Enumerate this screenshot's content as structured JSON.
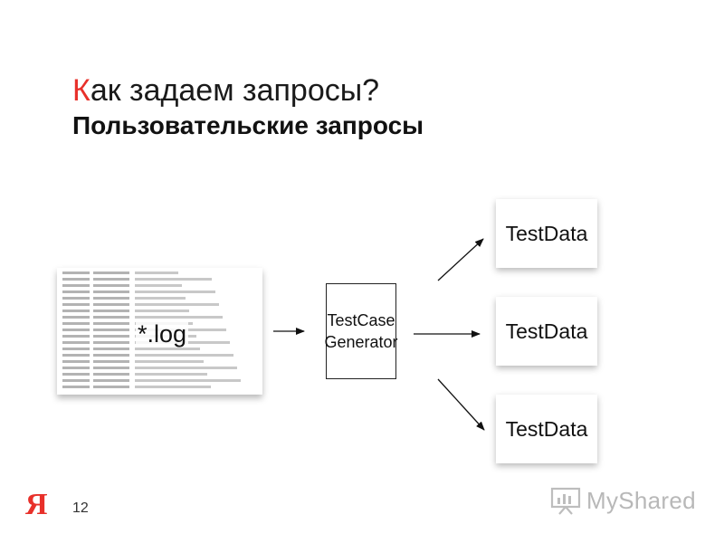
{
  "slide": {
    "title_first_letter": "К",
    "title_rest": "ак задаем запросы?",
    "subtitle": "Пользовательские запросы",
    "page_number": "12",
    "logo_letter": "Я"
  },
  "diagram": {
    "log_label": "*.log",
    "generator_line1": "TestCase",
    "generator_line2": "Generator",
    "outputs": [
      "TestData",
      "TestData",
      "TestData"
    ]
  },
  "watermark": {
    "text": "MyShared"
  },
  "colors": {
    "accent": "#e8302a",
    "text": "#111111",
    "watermark": "#b8b8b8"
  }
}
